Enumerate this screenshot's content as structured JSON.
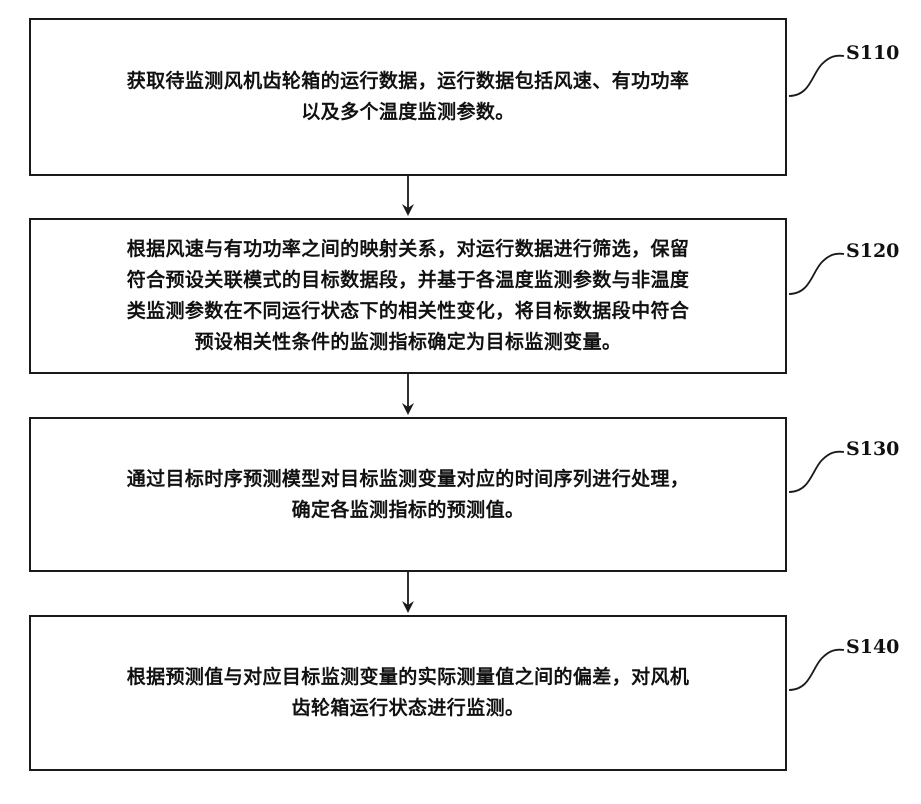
{
  "steps": [
    {
      "label": "S110",
      "lines": [
        "获取待监测风机齿轮箱的运行数据，运行数据包括风速、有功功率",
        "以及多个温度监测参数。"
      ]
    },
    {
      "label": "S120",
      "lines": [
        "根据风速与有功功率之间的映射关系，对运行数据进行筛选，保留",
        "符合预设关联模式的目标数据段，并基于各温度监测参数与非温度",
        "类监测参数在不同运行状态下的相关性变化，将目标数据段中符合",
        "预设相关性条件的监测指标确定为目标监测变量。"
      ]
    },
    {
      "label": "S130",
      "lines": [
        "通过目标时序预测模型对目标监测变量对应的时间序列进行处理，",
        "确定各监测指标的预测值。"
      ]
    },
    {
      "label": "S140",
      "lines": [
        "根据预测值与对应目标监测变量的实际测量值之间的偏差，对风机",
        "齿轮箱运行状态进行监测。"
      ]
    }
  ]
}
